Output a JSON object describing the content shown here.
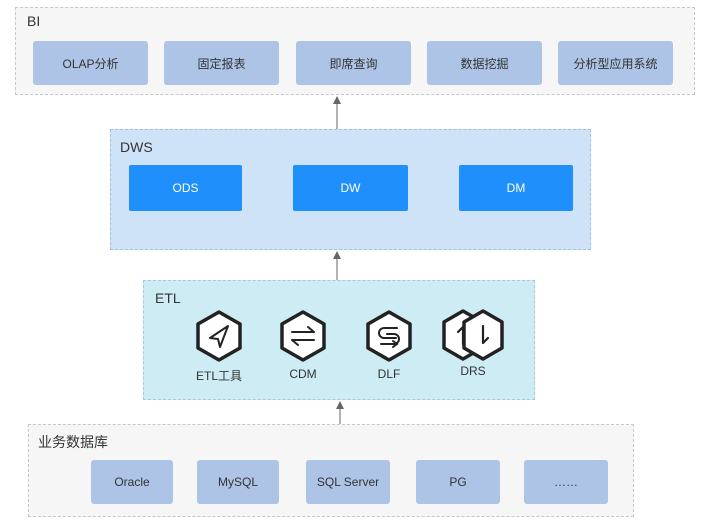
{
  "bi": {
    "title": "BI",
    "items": [
      "OLAP分析",
      "固定报表",
      "即席查询",
      "数据挖掘",
      "分析型应用系统"
    ]
  },
  "dws": {
    "title": "DWS",
    "items": [
      "ODS",
      "DW",
      "DM"
    ]
  },
  "etl": {
    "title": "ETL",
    "tools": [
      {
        "label": "ETL工具",
        "icon": "navigation-arrow-icon"
      },
      {
        "label": "CDM",
        "icon": "bidirectional-arrows-icon"
      },
      {
        "label": "DLF",
        "icon": "loop-arrow-icon"
      },
      {
        "label": "DRS",
        "icon": "sync-replication-icon"
      }
    ]
  },
  "sources": {
    "title": "业务数据库",
    "items": [
      "Oracle",
      "MySQL",
      "SQL Server",
      "PG",
      "……"
    ]
  },
  "colors": {
    "dws_box": "#1f8ffb",
    "light_box": "#adc4e6",
    "dws_bg": "#cfe3f8",
    "etl_bg": "#cdecf3",
    "connector": "#666666"
  }
}
